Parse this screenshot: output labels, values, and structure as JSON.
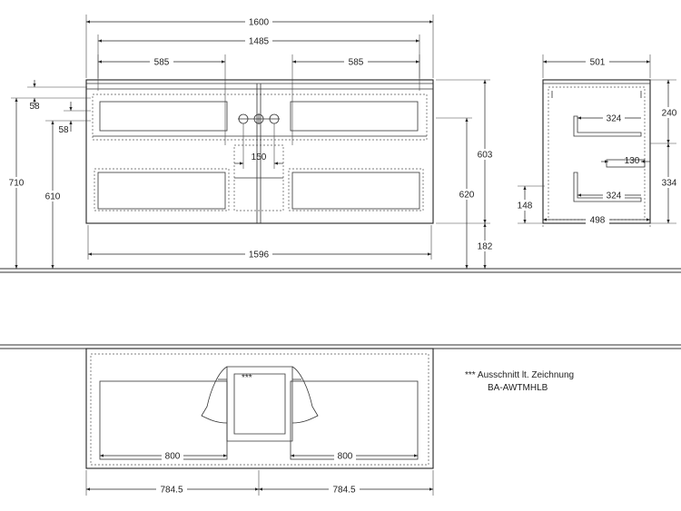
{
  "dimensions": {
    "front": {
      "overall_width": "1600",
      "inner_width": "1485",
      "left_drawer_width": "585",
      "right_drawer_width": "585",
      "total_height": "710",
      "counter_height": "610",
      "offset_top": "58",
      "offset_inner": "58",
      "tap_spacing": "150",
      "cabinet_height": "603",
      "wall_mount_height": "620",
      "floor_clearance": "182",
      "base_width": "1596"
    },
    "side": {
      "depth_top": "501",
      "depth_bottom": "498",
      "upper_height": "240",
      "lower_height": "334",
      "upper_inner_depth": "324",
      "lower_inner_depth": "324",
      "siphon_cutout": "130",
      "bottom_offset": "148"
    },
    "plan": {
      "left_interior": "800",
      "right_interior": "800",
      "left_half": "784.5",
      "right_half": "784.5",
      "cutout_marker": "***"
    }
  },
  "notes": {
    "line1": "*** Ausschnitt lt. Zeichnung",
    "line2": "BA-AWTMHLB"
  }
}
